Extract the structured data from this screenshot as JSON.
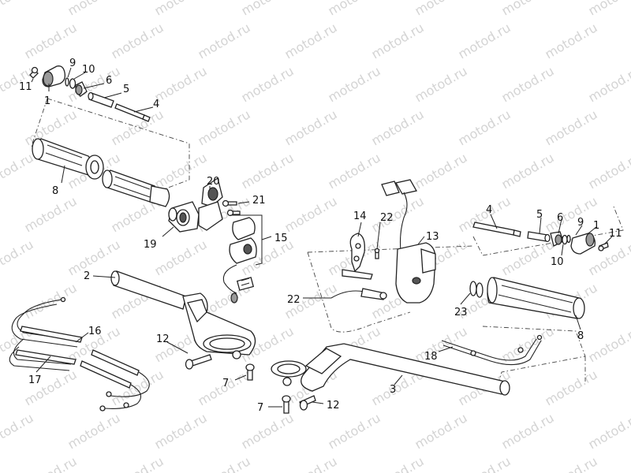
{
  "watermark": "motod.ru",
  "callouts": {
    "c1a": "1",
    "c9a": "9",
    "c10a": "10",
    "c11a": "11",
    "c6a": "6",
    "c5a": "5",
    "c4a": "4",
    "c8a": "8",
    "c20": "20",
    "c21": "21",
    "c19": "19",
    "c15": "15",
    "c2": "2",
    "c14": "14",
    "c22a": "22",
    "c13": "13",
    "c22b": "22",
    "c4b": "4",
    "c5b": "5",
    "c6b": "6",
    "c9b": "9",
    "c1b": "1",
    "c11b": "11",
    "c10b": "10",
    "c23": "23",
    "c8b": "8",
    "c16": "16",
    "c17": "17",
    "c12a": "12",
    "c7a": "7",
    "c18": "18",
    "c3": "3",
    "c7b": "7",
    "c12b": "12"
  }
}
